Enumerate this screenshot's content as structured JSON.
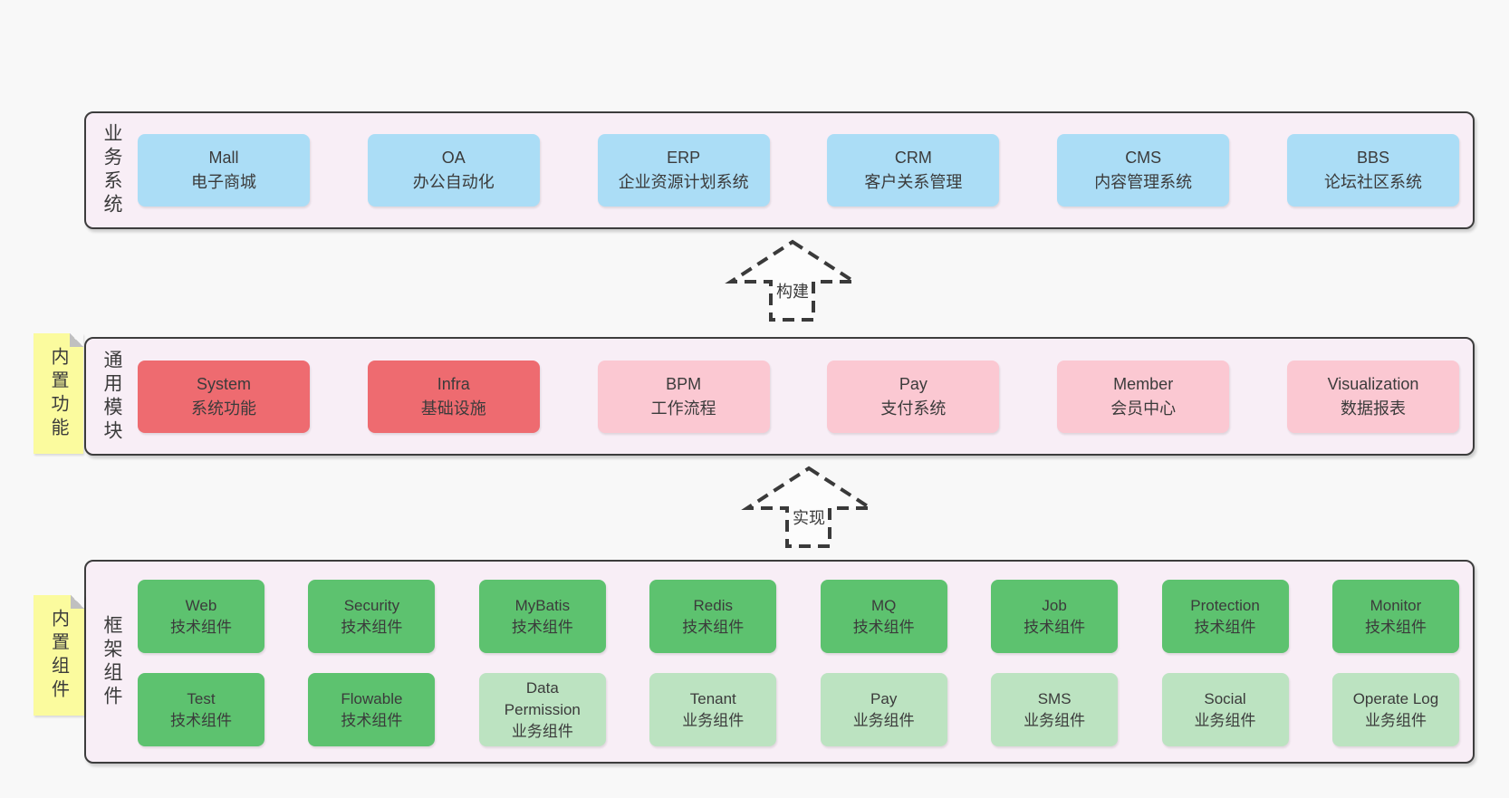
{
  "palette": {
    "page_bg": "#f8f8f8",
    "panel_bg": "#f8eef6",
    "panel_border": "#3d3d3d",
    "text": "#3b3b3b",
    "blue": "#abddf6",
    "red": "#ee6b70",
    "pink": "#fbc8d2",
    "green": "#5dc26f",
    "green_light": "#bce3c1",
    "tag_yellow": "#fbfb9e",
    "tag_fold_gray": "#c0c0c0",
    "arrow": "#3a3a3a"
  },
  "layers": [
    {
      "label": "业务系统",
      "boxes": [
        {
          "title": "Mall",
          "subtitle": "电子商城"
        },
        {
          "title": "OA",
          "subtitle": "办公自动化"
        },
        {
          "title": "ERP",
          "subtitle": "企业资源计划系统"
        },
        {
          "title": "CRM",
          "subtitle": "客户关系管理"
        },
        {
          "title": "CMS",
          "subtitle": "内容管理系统"
        },
        {
          "title": "BBS",
          "subtitle": "论坛社区系统"
        }
      ]
    },
    {
      "label": "通用模块",
      "tag": "内置功能",
      "boxes": [
        {
          "title": "System",
          "subtitle": "系统功能",
          "color": "red"
        },
        {
          "title": "Infra",
          "subtitle": "基础设施",
          "color": "red"
        },
        {
          "title": "BPM",
          "subtitle": "工作流程",
          "color": "pink"
        },
        {
          "title": "Pay",
          "subtitle": "支付系统",
          "color": "pink"
        },
        {
          "title": "Member",
          "subtitle": "会员中心",
          "color": "pink"
        },
        {
          "title": "Visualization",
          "subtitle": "数据报表",
          "color": "pink"
        }
      ]
    },
    {
      "label": "框架组件",
      "tag": "内置组件",
      "rows": [
        [
          {
            "title": "Web",
            "subtitle": "技术组件",
            "color": "green"
          },
          {
            "title": "Security",
            "subtitle": "技术组件",
            "color": "green"
          },
          {
            "title": "MyBatis",
            "subtitle": "技术组件",
            "color": "green"
          },
          {
            "title": "Redis",
            "subtitle": "技术组件",
            "color": "green"
          },
          {
            "title": "MQ",
            "subtitle": "技术组件",
            "color": "green"
          },
          {
            "title": "Job",
            "subtitle": "技术组件",
            "color": "green"
          },
          {
            "title": "Protection",
            "subtitle": "技术组件",
            "color": "green"
          },
          {
            "title": "Monitor",
            "subtitle": "技术组件",
            "color": "green"
          }
        ],
        [
          {
            "title": "Test",
            "subtitle": "技术组件",
            "color": "green"
          },
          {
            "title": "Flowable",
            "subtitle": "技术组件",
            "color": "green"
          },
          {
            "title": "Data Permission",
            "subtitle": "业务组件",
            "color": "green-light"
          },
          {
            "title": "Tenant",
            "subtitle": "业务组件",
            "color": "green-light"
          },
          {
            "title": "Pay",
            "subtitle": "业务组件",
            "color": "green-light"
          },
          {
            "title": "SMS",
            "subtitle": "业务组件",
            "color": "green-light"
          },
          {
            "title": "Social",
            "subtitle": "业务组件",
            "color": "green-light"
          },
          {
            "title": "Operate Log",
            "subtitle": "业务组件",
            "color": "green-light"
          }
        ]
      ]
    }
  ],
  "arrows": [
    {
      "label": "构建"
    },
    {
      "label": "实现"
    }
  ]
}
